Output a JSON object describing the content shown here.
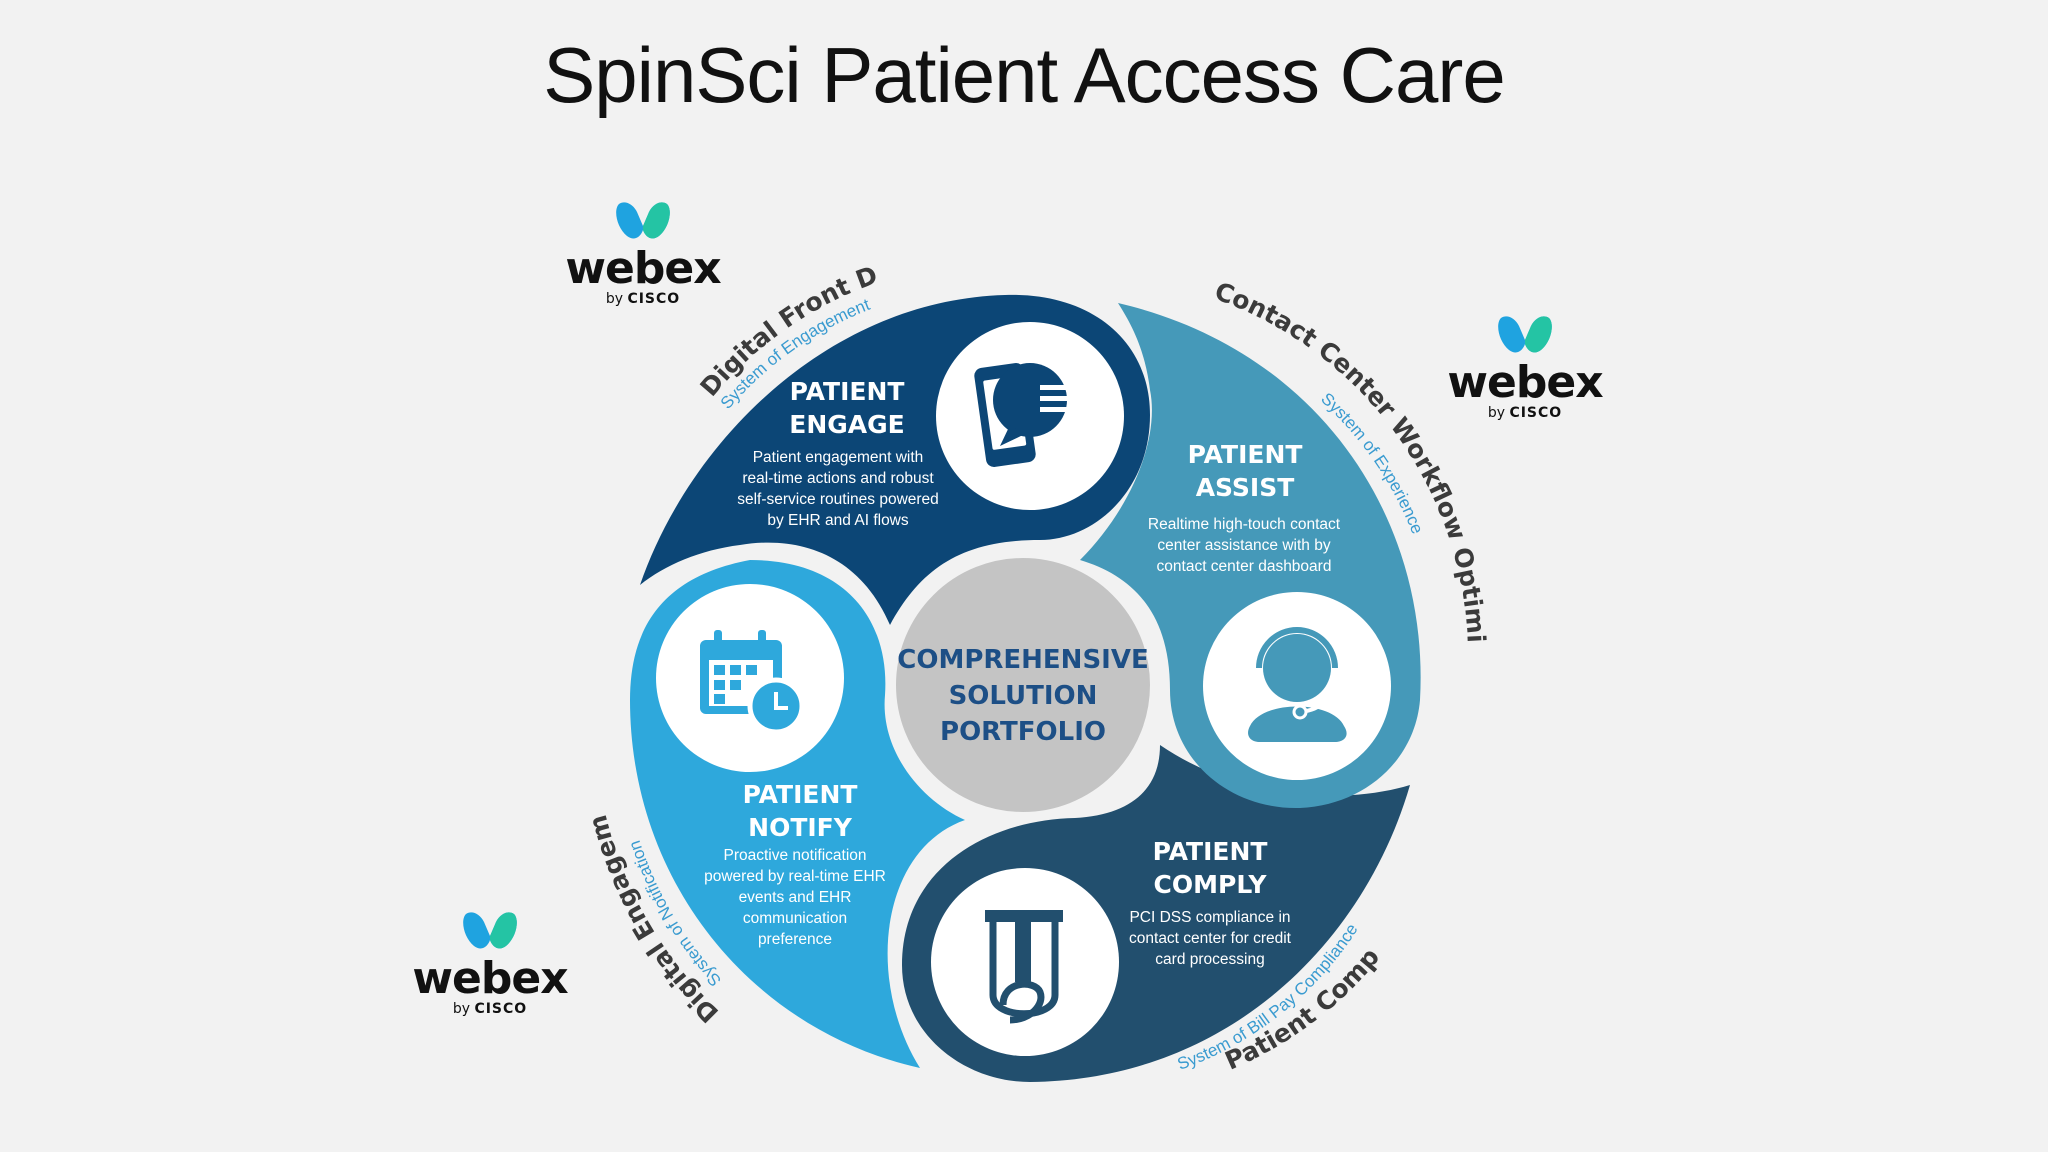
{
  "title": "SpinSci Patient Access Care",
  "colors": {
    "background": "#f2f2f2",
    "engage": "#0c4676",
    "assist": "#4599b9",
    "notify": "#2ea8dc",
    "comply": "#224f6e",
    "center": "#c4c4c4",
    "center_text": "#1d4f86",
    "subtitle_blue": "#3a9bd0"
  },
  "logo": {
    "word": "webex",
    "by": "by",
    "brand": "CISCO"
  },
  "center": {
    "lines": [
      "COMPREHENSIVE",
      "SOLUTION",
      "PORTFOLIO"
    ]
  },
  "segments": {
    "engage": {
      "title": [
        "PATIENT",
        "ENGAGE"
      ],
      "desc": [
        "Patient engagement with",
        "real-time actions and robust",
        "self-service routines powered",
        "by EHR and AI flows"
      ],
      "icon": "phone-chat-icon"
    },
    "assist": {
      "title": [
        "PATIENT",
        "ASSIST"
      ],
      "desc": [
        "Realtime high-touch contact",
        "center assistance with by",
        "contact center dashboard"
      ],
      "icon": "headset-agent-icon"
    },
    "notify": {
      "title": [
        "PATIENT",
        "NOTIFY"
      ],
      "desc": [
        "Proactive notification",
        "powered by real-time EHR",
        "events and EHR",
        "communication",
        "preference"
      ],
      "icon": "calendar-clock-icon"
    },
    "comply": {
      "title": [
        "PATIENT",
        "COMPLY"
      ],
      "desc": [
        "PCI DSS compliance in",
        "contact center for credit",
        "card processing"
      ],
      "icon": "card-swipe-icon"
    }
  },
  "arc_labels": {
    "front_door": {
      "title": "Digital Front Door",
      "sub": "System of Engagement"
    },
    "contact_center": {
      "title": "Contact Center Workflow Optimization",
      "sub": "System of Experience"
    },
    "digital_engagement": {
      "title": "Digital Engagement",
      "sub": "System of Notification"
    },
    "patient_comply": {
      "title": "Patient Comply",
      "sub": "System of Bill Pay Compliance"
    }
  }
}
